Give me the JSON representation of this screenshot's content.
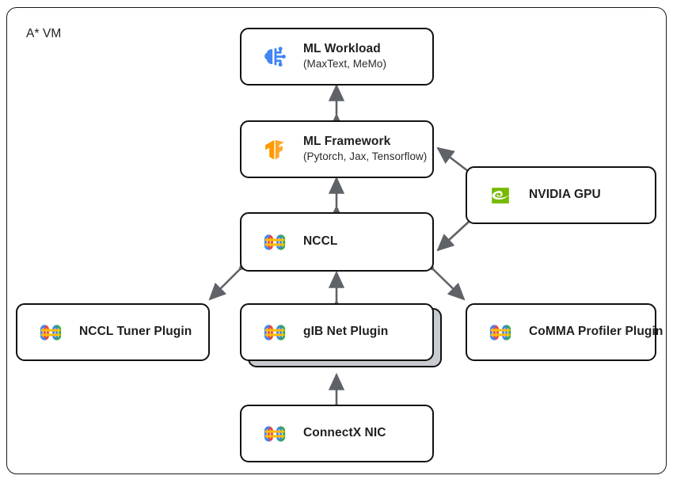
{
  "container": {
    "label": "A* VM"
  },
  "nodes": [
    {
      "id": "ml-workload",
      "title": "ML Workload",
      "subtitle": "(MaxText, MeMo)",
      "icon": "brain-circuit-icon"
    },
    {
      "id": "ml-framework",
      "title": "ML Framework",
      "subtitle": "(Pytorch, Jax, Tensorflow)",
      "icon": "tensorflow-icon"
    },
    {
      "id": "nccl",
      "title": "NCCL",
      "subtitle": "",
      "icon": "google-nccl-icon"
    },
    {
      "id": "nvidia-gpu",
      "title": "NVIDIA GPU",
      "subtitle": "",
      "icon": "nvidia-icon"
    },
    {
      "id": "nccl-tuner-plugin",
      "title": "NCCL Tuner Plugin",
      "subtitle": "",
      "icon": "google-nccl-icon"
    },
    {
      "id": "gib-net-plugin",
      "title": "gIB Net Plugin",
      "subtitle": "",
      "icon": "google-nccl-icon"
    },
    {
      "id": "comma-profiler-plugin",
      "title": "CoMMA Profiler Plugin",
      "subtitle": "",
      "icon": "google-nccl-icon"
    },
    {
      "id": "connectx-nic",
      "title": "ConnectX NIC",
      "subtitle": "",
      "icon": "google-nccl-icon"
    }
  ],
  "connections": [
    {
      "from": "ml-workload",
      "to": "ml-framework",
      "style": "bidirectional-vertical"
    },
    {
      "from": "ml-framework",
      "to": "nccl",
      "style": "bidirectional-vertical"
    },
    {
      "from": "ml-framework",
      "to": "nvidia-gpu",
      "style": "bidirectional-diagonal"
    },
    {
      "from": "nccl",
      "to": "nvidia-gpu",
      "style": "bidirectional-diagonal"
    },
    {
      "from": "nccl",
      "to": "nccl-tuner-plugin",
      "style": "bidirectional-diagonal"
    },
    {
      "from": "nccl",
      "to": "gib-net-plugin",
      "style": "bidirectional-vertical"
    },
    {
      "from": "nccl",
      "to": "comma-profiler-plugin",
      "style": "bidirectional-diagonal"
    },
    {
      "from": "gib-net-plugin",
      "to": "connectx-nic",
      "style": "bidirectional-vertical"
    }
  ],
  "colors": {
    "border": "#111111",
    "background": "#ffffff",
    "arrow": "#5f6368",
    "text": "#1f1f1f",
    "stack_shadow": "#c8ccd0",
    "brand_blue": "#4285f4",
    "brand_red": "#ea4335",
    "brand_yellow": "#fbbc04",
    "brand_green": "#34a853",
    "tensorflow_orange": "#ff9900",
    "nvidia_green": "#76b900"
  }
}
